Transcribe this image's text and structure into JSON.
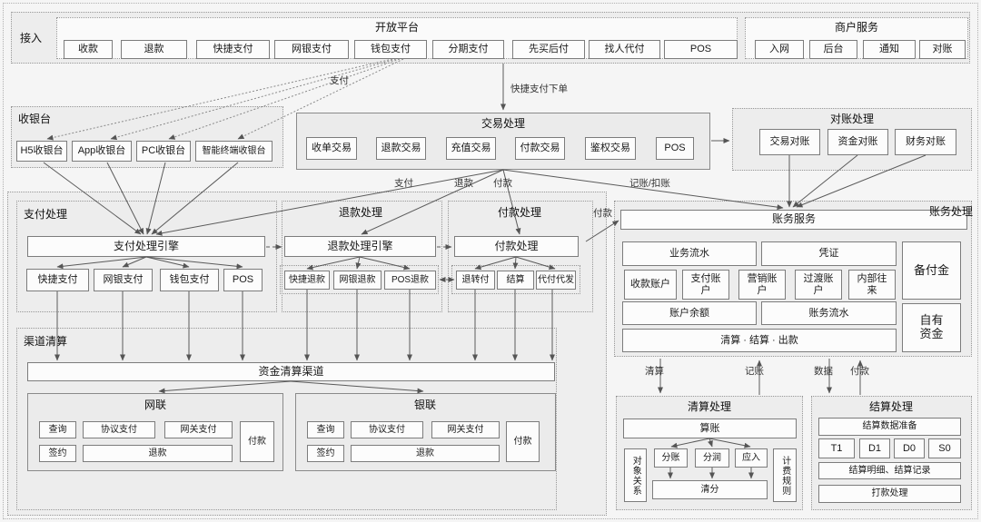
{
  "colors": {
    "background": "#f5f5f5",
    "box_border": "#7c7c7c",
    "section_border": "#979797",
    "line": "#5a5a5a"
  },
  "access": {
    "label": "接入",
    "open_platform": {
      "title": "开放平台",
      "items": [
        "收款",
        "退款",
        "快捷支付",
        "网银支付",
        "钱包支付",
        "分期支付",
        "先买后付",
        "找人代付",
        "POS"
      ]
    },
    "merchant_services": {
      "title": "商户服务",
      "items": [
        "入网",
        "后台",
        "通知",
        "对账"
      ]
    }
  },
  "cashier": {
    "title": "收银台",
    "items": [
      "H5收银台",
      "App收银台",
      "PC收银台",
      "智能终端收银台"
    ]
  },
  "transaction": {
    "title": "交易处理",
    "items": [
      "收单交易",
      "退款交易",
      "充值交易",
      "付款交易",
      "鉴权交易",
      "POS"
    ]
  },
  "reconciliation": {
    "title": "对账处理",
    "items": [
      "交易对账",
      "资金对账",
      "财务对账"
    ]
  },
  "payment": {
    "title": "支付处理",
    "engine": "支付处理引擎",
    "items": [
      "快捷支付",
      "网银支付",
      "钱包支付",
      "POS"
    ]
  },
  "refund": {
    "title": "退款处理",
    "engine": "退款处理引擎",
    "items": [
      "快捷退款",
      "网银退款",
      "POS退款"
    ]
  },
  "payout": {
    "title": "付款处理",
    "engine": "付款处理",
    "items": [
      "退转付",
      "结算",
      "代付代发"
    ]
  },
  "accounting": {
    "title": "账务处理",
    "service": "账务服务",
    "flow": "业务流水",
    "voucher": "凭证",
    "accounts": [
      "收款账户",
      "支付账户",
      "营销账户",
      "过渡账户",
      "内部往来"
    ],
    "reserve": "备付金",
    "balance": "账户余额",
    "acct_flow": "账务流水",
    "own_funds": "自有资金",
    "clearing_bar": "清算 · 结算 · 出款"
  },
  "channel_clearing": {
    "title": "渠道清算",
    "bar": "资金清算渠道",
    "netsunion": {
      "title": "网联",
      "query": "查询",
      "agreement": "协议支付",
      "gateway": "网关支付",
      "pay": "付款",
      "sign": "签约",
      "refund": "退款"
    },
    "unionpay": {
      "title": "银联",
      "query": "查询",
      "agreement": "协议支付",
      "gateway": "网关支付",
      "pay": "付款",
      "sign": "签约",
      "refund": "退款"
    }
  },
  "clearing": {
    "title": "清算处理",
    "compute": "算账",
    "object_relation": "对象关系",
    "items": [
      "分账",
      "分润",
      "应入"
    ],
    "billing_rules": "计费规则",
    "distribute": "清分"
  },
  "settlement": {
    "title": "结算处理",
    "prepare": "结算数据准备",
    "items": [
      "T1",
      "D1",
      "D0",
      "S0"
    ],
    "records": "结算明细、结算记录",
    "remit": "打款处理"
  },
  "edge_labels": {
    "pay_dotted": "支付",
    "quick_order": "快捷支付下单",
    "pay": "支付",
    "refund": "退款",
    "payout": "付款",
    "book_debit": "记账/扣账",
    "payout_to_accounting": "付款",
    "clearing": "清算",
    "bookkeeping": "记账",
    "data": "数据",
    "payment_up": "付款"
  }
}
